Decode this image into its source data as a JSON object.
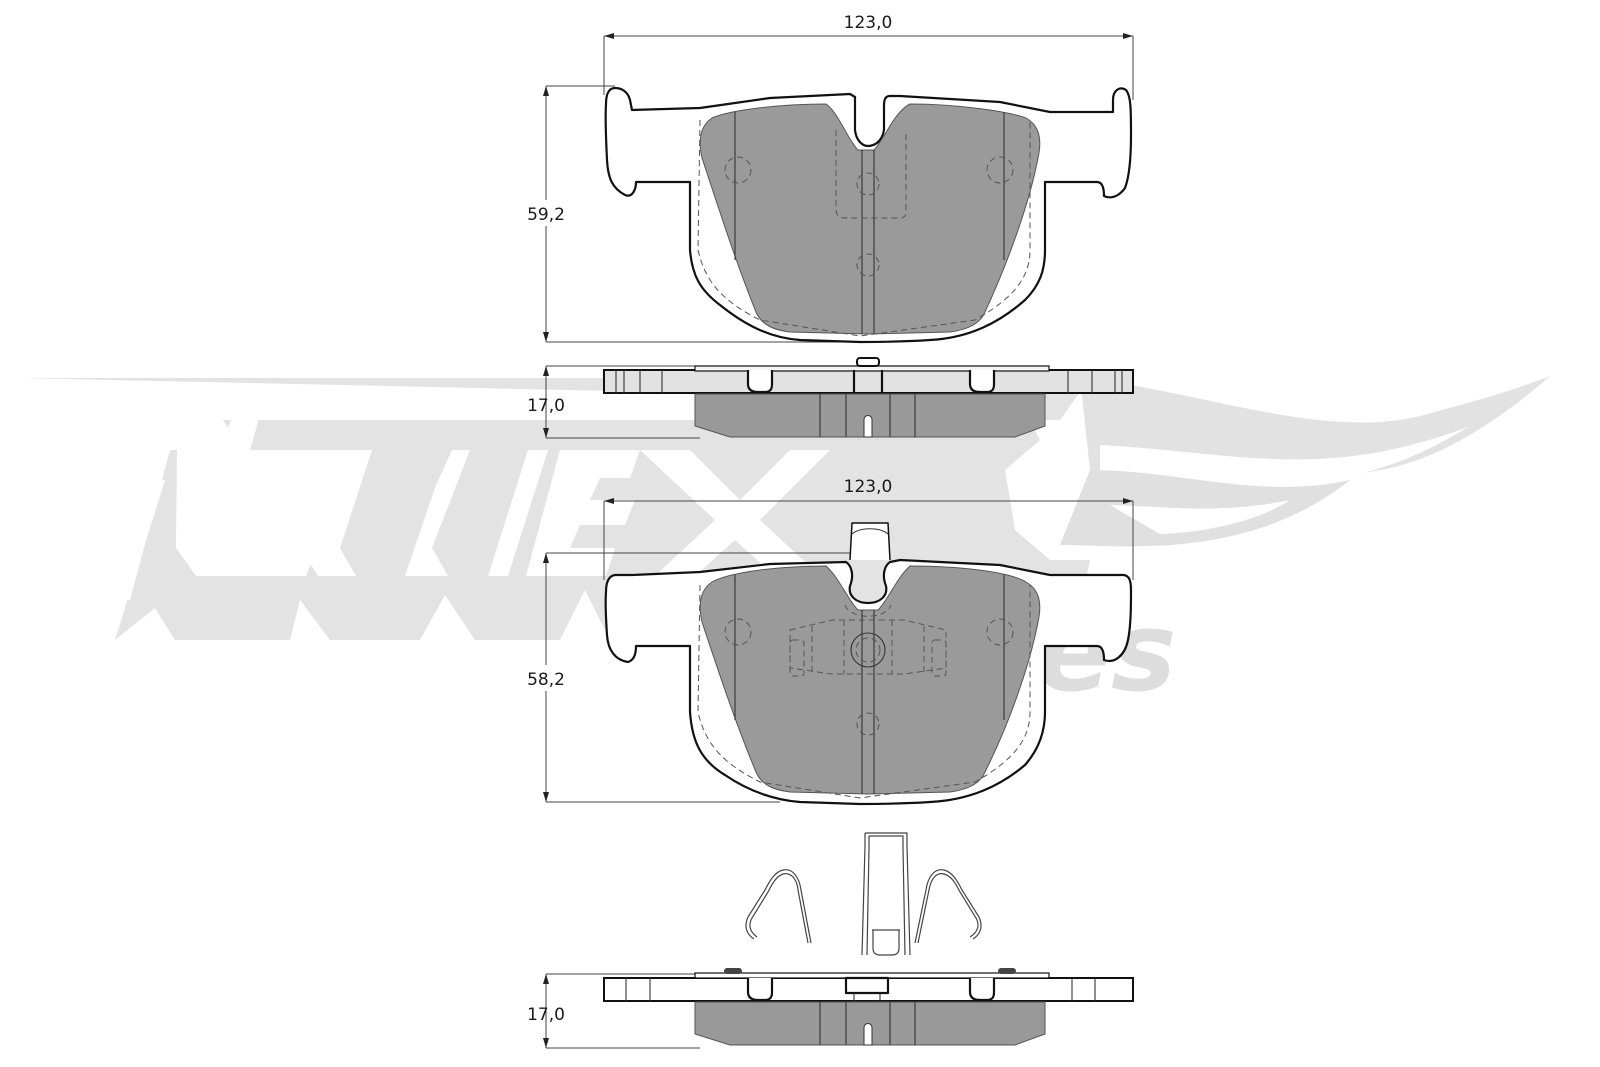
{
  "diagram": {
    "type": "technical-drawing",
    "subject": "brake pad set",
    "colors": {
      "friction_material": "#9a9a9a",
      "outline": "#111111",
      "watermark": "#e0e0e0",
      "background": "#ffffff"
    },
    "watermark": {
      "brand": "TOMEX",
      "sub": "brakes"
    },
    "pads": [
      {
        "name": "upper-pad",
        "front_view": {
          "width_label": "123,0",
          "height_label": "59,2"
        },
        "side_view": {
          "thickness_label": "17,0"
        }
      },
      {
        "name": "lower-pad",
        "front_view": {
          "width_label": "123,0",
          "height_label": "58,2"
        },
        "side_view": {
          "thickness_label": "17,0"
        },
        "accessory": "retaining spring clip"
      }
    ]
  }
}
